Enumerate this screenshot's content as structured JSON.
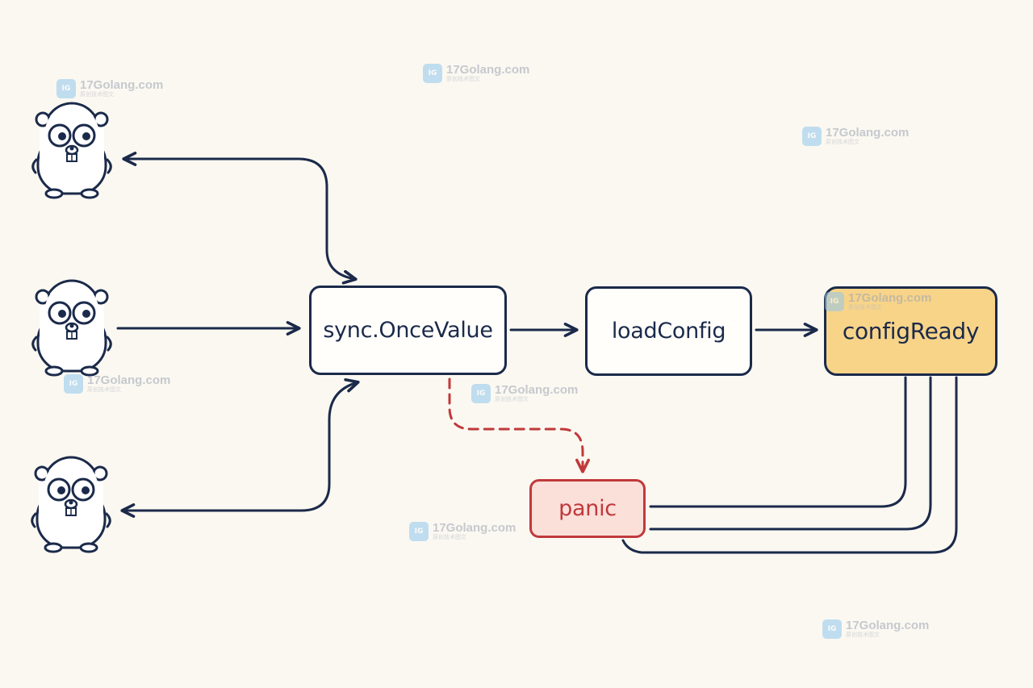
{
  "nodes": {
    "once_value": "sync.OnceValue",
    "load_config": "loadConfig",
    "config_ready": "configReady",
    "panic": "panic"
  },
  "watermark": {
    "site": "17Golang.com",
    "tagline": "原创技术图文",
    "logo_mark": "IG"
  },
  "actors": [
    {
      "icon": "gopher-icon"
    },
    {
      "icon": "gopher-icon"
    },
    {
      "icon": "gopher-icon"
    }
  ],
  "colors": {
    "background": "#fbf8f1",
    "stroke": "#1b2a4a",
    "highlight_fill": "#f8d489",
    "panic_stroke": "#c0393b",
    "panic_fill": "#fbe0da",
    "watermark_logo": "#8fc8ee"
  }
}
